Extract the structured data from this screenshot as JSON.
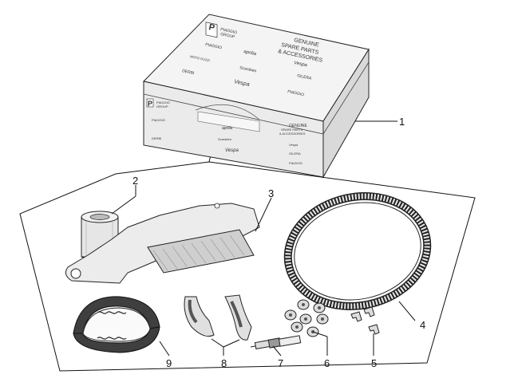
{
  "callouts": [
    "1",
    "2",
    "3",
    "4",
    "5",
    "6",
    "7",
    "8",
    "9"
  ],
  "box": {
    "logo_letter": "P",
    "group_name_line1": "PIAGGIO",
    "group_name_line2": "GROUP",
    "genuine_line1": "GENUINE",
    "genuine_line2": "SPARE PARTS",
    "genuine_line3": "& ACCESSORIES",
    "brands": [
      "PIAGGIO",
      "aprilia",
      "Vespa",
      "MOTO GUZZI",
      "DERBI",
      "GILERA",
      "Scarabeo"
    ]
  },
  "colors": {
    "line": "#111111",
    "part_fill": "#e6e6e6",
    "part_dark": "#4a4a4a",
    "box_top": "#f4f4f4",
    "box_side": "#e2e2e2"
  }
}
